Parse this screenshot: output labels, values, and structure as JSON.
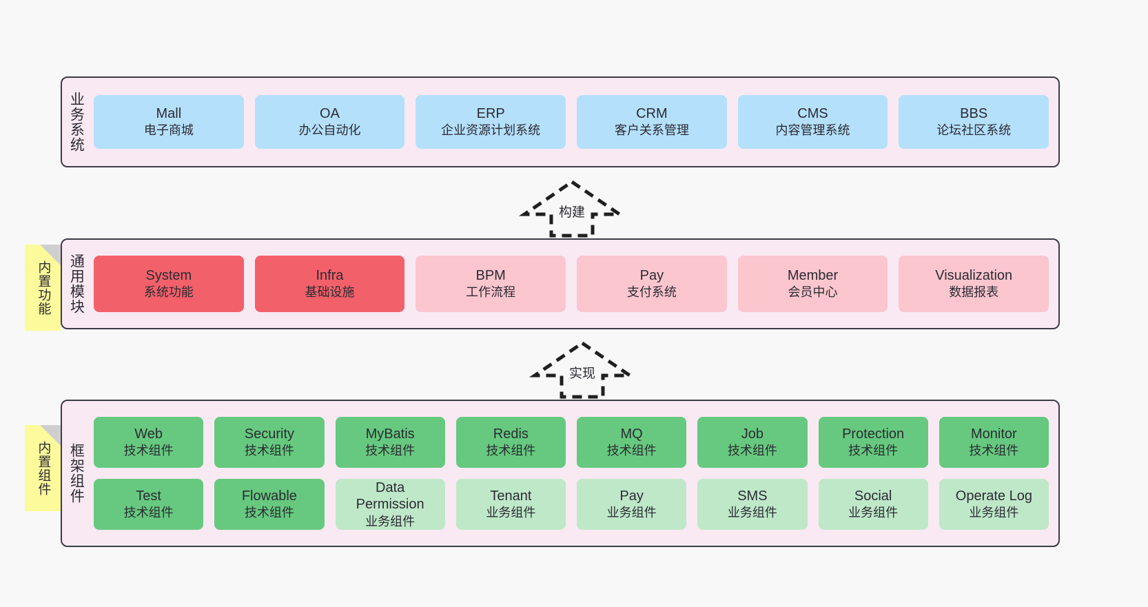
{
  "diagram": {
    "background": "#f8f8f8",
    "layer_fill": "#f9e9f3",
    "layer_border": "#3b3b45",
    "note_fill": "#fdfa9c"
  },
  "layers": [
    {
      "id": "business",
      "title": "业务系统",
      "note": null,
      "rows": [
        {
          "cards": [
            {
              "name": "Mall",
              "sub": "电子商城",
              "style": "blue",
              "color": "#b5e0fb"
            },
            {
              "name": "OA",
              "sub": "办公自动化",
              "style": "blue",
              "color": "#b5e0fb"
            },
            {
              "name": "ERP",
              "sub": "企业资源计划系统",
              "style": "blue",
              "color": "#b5e0fb"
            },
            {
              "name": "CRM",
              "sub": "客户关系管理",
              "style": "blue",
              "color": "#b5e0fb"
            },
            {
              "name": "CMS",
              "sub": "内容管理系统",
              "style": "blue",
              "color": "#b5e0fb"
            },
            {
              "name": "BBS",
              "sub": "论坛社区系统",
              "style": "blue",
              "color": "#b5e0fb"
            }
          ]
        }
      ]
    },
    {
      "id": "common-modules",
      "title": "通用模块",
      "note": "内置功能",
      "rows": [
        {
          "cards": [
            {
              "name": "System",
              "sub": "系统功能",
              "style": "redd",
              "color": "#f2606a"
            },
            {
              "name": "Infra",
              "sub": "基础设施",
              "style": "redd",
              "color": "#f2606a"
            },
            {
              "name": "BPM",
              "sub": "工作流程",
              "style": "pink",
              "color": "#fbc6ce"
            },
            {
              "name": "Pay",
              "sub": "支付系统",
              "style": "pink",
              "color": "#fbc6ce"
            },
            {
              "name": "Member",
              "sub": "会员中心",
              "style": "pink",
              "color": "#fbc6ce"
            },
            {
              "name": "Visualization",
              "sub": "数据报表",
              "style": "pink",
              "color": "#fbc6ce"
            }
          ]
        }
      ]
    },
    {
      "id": "framework-components",
      "title": "框架组件",
      "note": "内置组件",
      "rows": [
        {
          "cards": [
            {
              "name": "Web",
              "sub": "技术组件",
              "style": "green",
              "color": "#66c97f"
            },
            {
              "name": "Security",
              "sub": "技术组件",
              "style": "green",
              "color": "#66c97f"
            },
            {
              "name": "MyBatis",
              "sub": "技术组件",
              "style": "green",
              "color": "#66c97f"
            },
            {
              "name": "Redis",
              "sub": "技术组件",
              "style": "green",
              "color": "#66c97f"
            },
            {
              "name": "MQ",
              "sub": "技术组件",
              "style": "green",
              "color": "#66c97f"
            },
            {
              "name": "Job",
              "sub": "技术组件",
              "style": "green",
              "color": "#66c97f"
            },
            {
              "name": "Protection",
              "sub": "技术组件",
              "style": "green",
              "color": "#66c97f"
            },
            {
              "name": "Monitor",
              "sub": "技术组件",
              "style": "green",
              "color": "#66c97f"
            }
          ]
        },
        {
          "cards": [
            {
              "name": "Test",
              "sub": "技术组件",
              "style": "green",
              "color": "#66c97f"
            },
            {
              "name": "Flowable",
              "sub": "技术组件",
              "style": "green",
              "color": "#66c97f"
            },
            {
              "name": "Data Permission",
              "sub": "业务组件",
              "style": "lgreen",
              "color": "#bfe8c9"
            },
            {
              "name": "Tenant",
              "sub": "业务组件",
              "style": "lgreen",
              "color": "#bfe8c9"
            },
            {
              "name": "Pay",
              "sub": "业务组件",
              "style": "lgreen",
              "color": "#bfe8c9"
            },
            {
              "name": "SMS",
              "sub": "业务组件",
              "style": "lgreen",
              "color": "#bfe8c9"
            },
            {
              "name": "Social",
              "sub": "业务组件",
              "style": "lgreen",
              "color": "#bfe8c9"
            },
            {
              "name": "Operate Log",
              "sub": "业务组件",
              "style": "lgreen",
              "color": "#bfe8c9"
            }
          ]
        }
      ]
    }
  ],
  "connectors": [
    {
      "id": "build",
      "label": "构建",
      "from": "common-modules",
      "to": "business"
    },
    {
      "id": "implement",
      "label": "实现",
      "from": "framework-components",
      "to": "common-modules"
    }
  ]
}
